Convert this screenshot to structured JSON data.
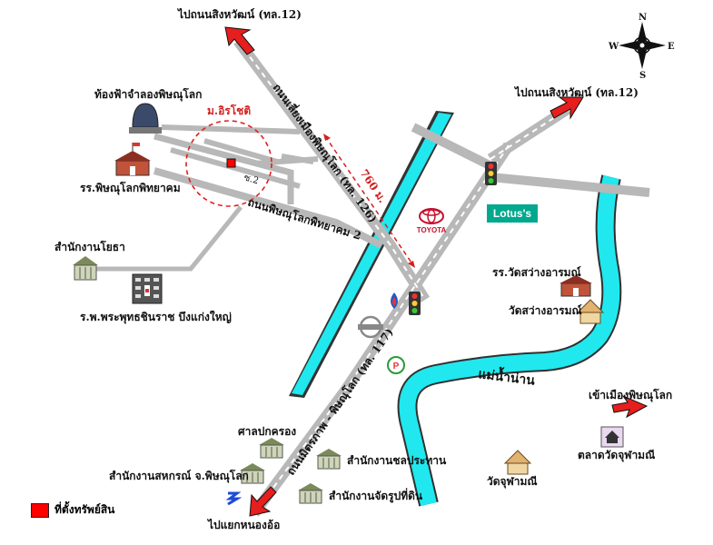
{
  "labels": {
    "dest_top_left": "ไปถนนสิงหวัฒน์ (ทล.12)",
    "dest_top_right": "ไปถนนสิงหวัฒน์ (ทล.12)",
    "city": "เข้าเมืองพิษณุโลก",
    "bottom": "ไปแยกหนองอ้อ",
    "planetarium": "ท้องฟ้าจำลองพิษณุโลก",
    "school": "รร.พิษณุโลกพิทยาคม",
    "public_works": "สำนักงานโยธา",
    "hospital": "ร.พ.พระพุทธชินราช บึงแก่งใหญ่",
    "soi": "ซ.2",
    "village": "ม.อิรโชติ",
    "distance": "760 ม.",
    "road1": "ถนนเลี่ยงเมืองพิษณุโลก (ทล. 126)",
    "road2": "ถนนพิษณุโลกพิทยาคม 2",
    "road3": "ถนนมิตรภาพ - พิษณุโลก (ทล. 117)",
    "river": "แม่น้ำน่าน",
    "temple_school": "รร.วัดสว่างอารมณ์",
    "temple": "วัดสว่างอารมณ์",
    "market": "ตลาดวัดจุฬามณี",
    "temple2": "วัดจุฬามณี",
    "court": "ศาลปกครอง",
    "coop": "สำนักงานสหกรณ์ จ.พิษณุโลก",
    "irrigation": "สำนักงานชลประทาน",
    "arts": "สำนักงานจัดรูปที่ดิน",
    "toyota": "TOYOTA",
    "lotus": "Lotus's",
    "compass_n": "N",
    "compass_s": "S",
    "compass_e": "E",
    "compass_w": "W",
    "legend": "ที่ตั้งทรัพย์สิน"
  },
  "colors": {
    "road": "#b8b8b8",
    "river": "#20e8ee",
    "arrow": "#e61e1e",
    "property": "#ff0000",
    "circle": "#e02020"
  }
}
